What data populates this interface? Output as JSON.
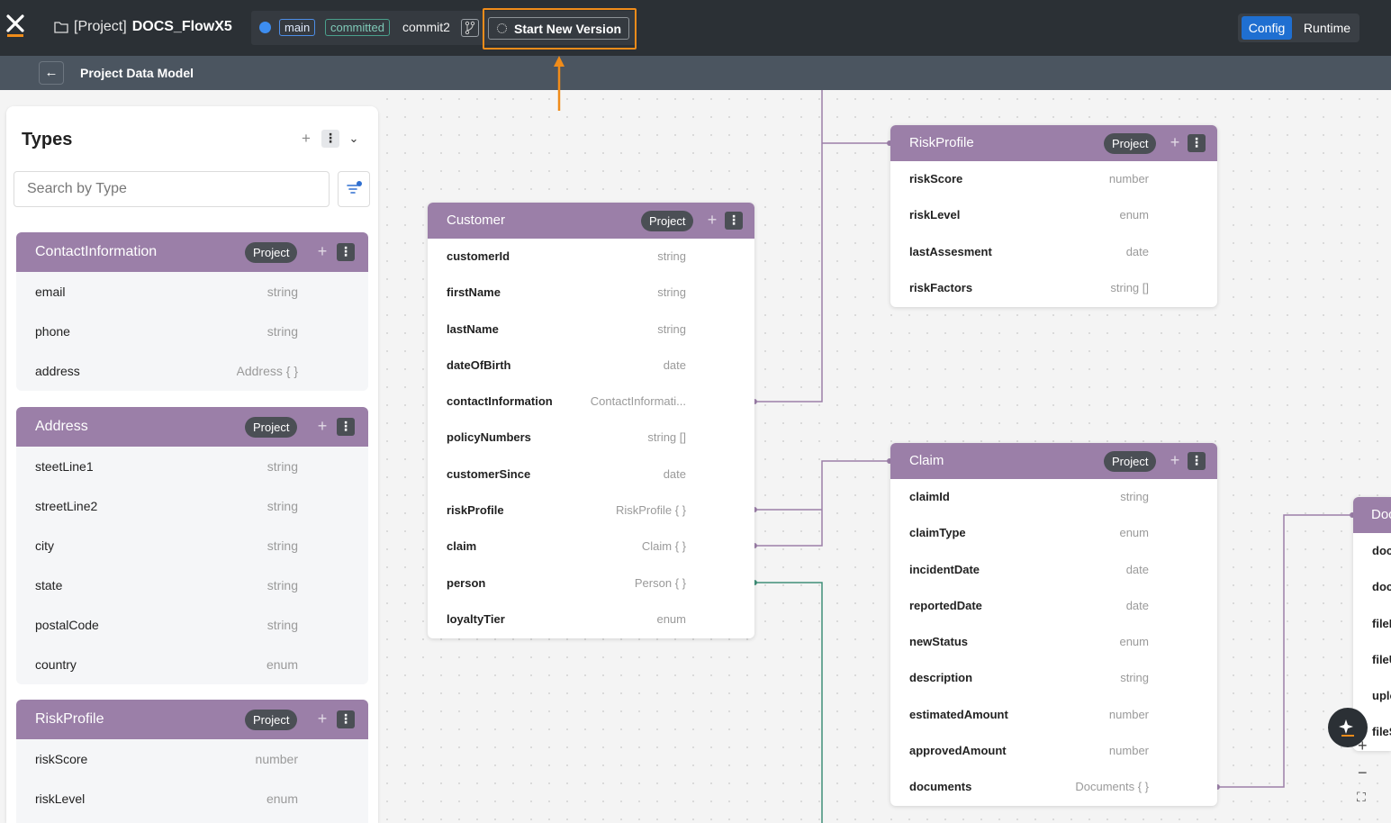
{
  "header": {
    "project_prefix": "[Project]",
    "project_name": "DOCS_FlowX5",
    "branch": "main",
    "status": "committed",
    "commit": "commit2",
    "start_version_label": "Start New Version",
    "mode_config": "Config",
    "mode_runtime": "Runtime"
  },
  "subheader": {
    "title": "Project Data Model"
  },
  "panel": {
    "title": "Types",
    "search_placeholder": "Search by Type",
    "types": [
      {
        "name": "ContactInformation",
        "badge": "Project",
        "fields": [
          {
            "name": "email",
            "type": "string"
          },
          {
            "name": "phone",
            "type": "string"
          },
          {
            "name": "address",
            "type": "Address { }"
          }
        ]
      },
      {
        "name": "Address",
        "badge": "Project",
        "fields": [
          {
            "name": "steetLine1",
            "type": "string"
          },
          {
            "name": "streetLine2",
            "type": "string"
          },
          {
            "name": "city",
            "type": "string"
          },
          {
            "name": "state",
            "type": "string"
          },
          {
            "name": "postalCode",
            "type": "string"
          },
          {
            "name": "country",
            "type": "enum"
          }
        ]
      },
      {
        "name": "RiskProfile",
        "badge": "Project",
        "fields": [
          {
            "name": "riskScore",
            "type": "number"
          },
          {
            "name": "riskLevel",
            "type": "enum"
          }
        ]
      }
    ]
  },
  "graph": {
    "customer": {
      "name": "Customer",
      "badge": "Project",
      "fields": [
        {
          "name": "customerId",
          "type": "string"
        },
        {
          "name": "firstName",
          "type": "string"
        },
        {
          "name": "lastName",
          "type": "string"
        },
        {
          "name": "dateOfBirth",
          "type": "date"
        },
        {
          "name": "contactInformation",
          "type": "ContactInformati..."
        },
        {
          "name": "policyNumbers",
          "type": "string []"
        },
        {
          "name": "customerSince",
          "type": "date"
        },
        {
          "name": "riskProfile",
          "type": "RiskProfile { }"
        },
        {
          "name": "claim",
          "type": "Claim { }"
        },
        {
          "name": "person",
          "type": "Person { }"
        },
        {
          "name": "loyaltyTier",
          "type": "enum"
        }
      ]
    },
    "riskprofile": {
      "name": "RiskProfile",
      "badge": "Project",
      "fields": [
        {
          "name": "riskScore",
          "type": "number"
        },
        {
          "name": "riskLevel",
          "type": "enum"
        },
        {
          "name": "lastAssesment",
          "type": "date"
        },
        {
          "name": "riskFactors",
          "type": "string []"
        }
      ]
    },
    "claim": {
      "name": "Claim",
      "badge": "Project",
      "fields": [
        {
          "name": "claimId",
          "type": "string"
        },
        {
          "name": "claimType",
          "type": "enum"
        },
        {
          "name": "incidentDate",
          "type": "date"
        },
        {
          "name": "reportedDate",
          "type": "date"
        },
        {
          "name": "newStatus",
          "type": "enum"
        },
        {
          "name": "description",
          "type": "string"
        },
        {
          "name": "estimatedAmount",
          "type": "number"
        },
        {
          "name": "approvedAmount",
          "type": "number"
        },
        {
          "name": "documents",
          "type": "Documents { }"
        }
      ]
    },
    "documents": {
      "name": "Doc",
      "fields": [
        {
          "name": "docu"
        },
        {
          "name": "docu"
        },
        {
          "name": "fileN"
        },
        {
          "name": "fileU"
        },
        {
          "name": "uplo"
        },
        {
          "name": "fileS"
        }
      ]
    }
  },
  "zoom_controls": {
    "zoom_in": "+",
    "zoom_out": "−",
    "fit": "⛶"
  }
}
